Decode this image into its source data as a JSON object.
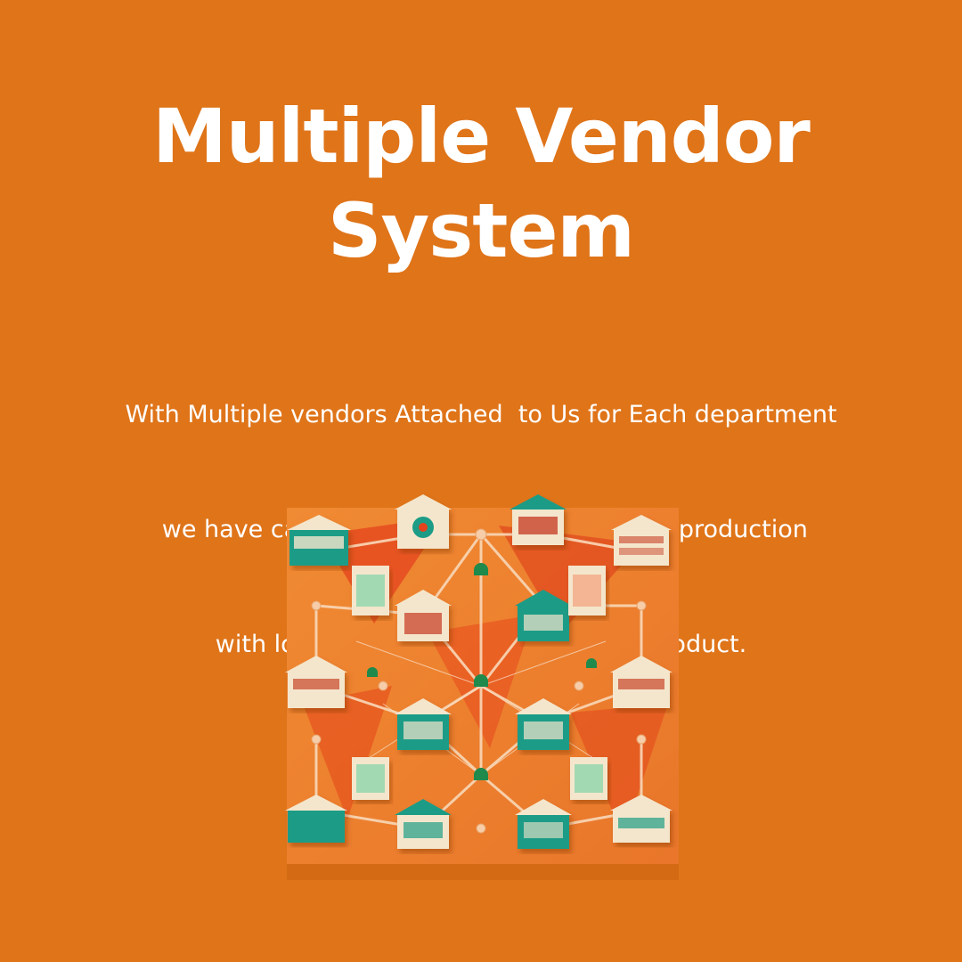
{
  "heading": {
    "line1": "Multiple Vendor",
    "line2": "System"
  },
  "description": {
    "line1": "With Multiple vendors Attached  to Us for Each department",
    "line2": " we have capacity from prototype  to mass production",
    "line3": "with lowest  time to market for any product."
  },
  "colors": {
    "background": "#DF7419",
    "text": "#FFFFFF",
    "house_teal": "#1E9C86",
    "house_cream": "#F4E6CC",
    "node_green": "#1F8A4C",
    "panel_orange": "#EE6A1E"
  },
  "icons": {
    "illustration": "vendor-network-illustration"
  }
}
